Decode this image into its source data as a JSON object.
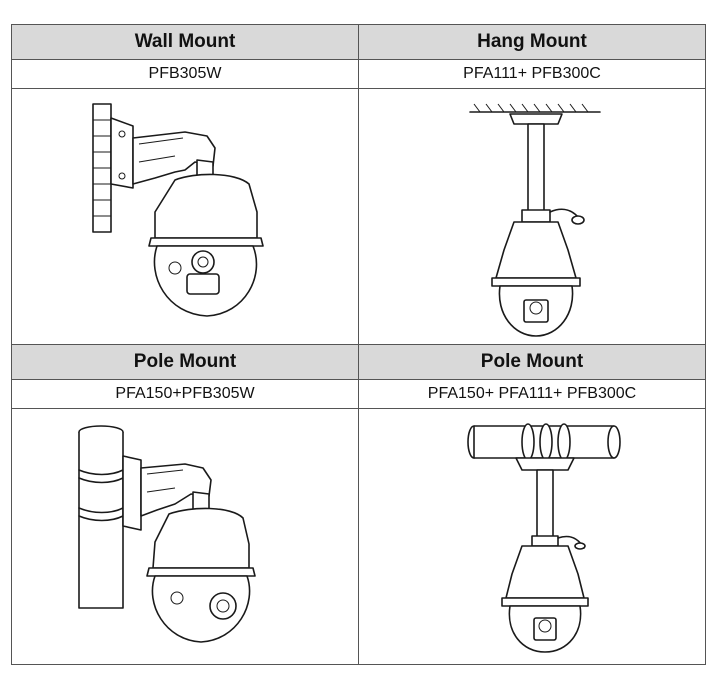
{
  "mounts": [
    {
      "title": "Wall Mount",
      "model": "PFB305W",
      "icon": "wall-mount-camera-illustration"
    },
    {
      "title": "Hang Mount",
      "model": "PFA111+ PFB300C",
      "icon": "hang-mount-camera-illustration"
    },
    {
      "title": "Pole Mount",
      "model": "PFA150+PFB305W",
      "icon": "pole-mount-wall-bracket-camera-illustration"
    },
    {
      "title": "Pole Mount",
      "model": "PFA150+ PFA111+ PFB300C",
      "icon": "pole-mount-pendant-camera-illustration"
    }
  ]
}
